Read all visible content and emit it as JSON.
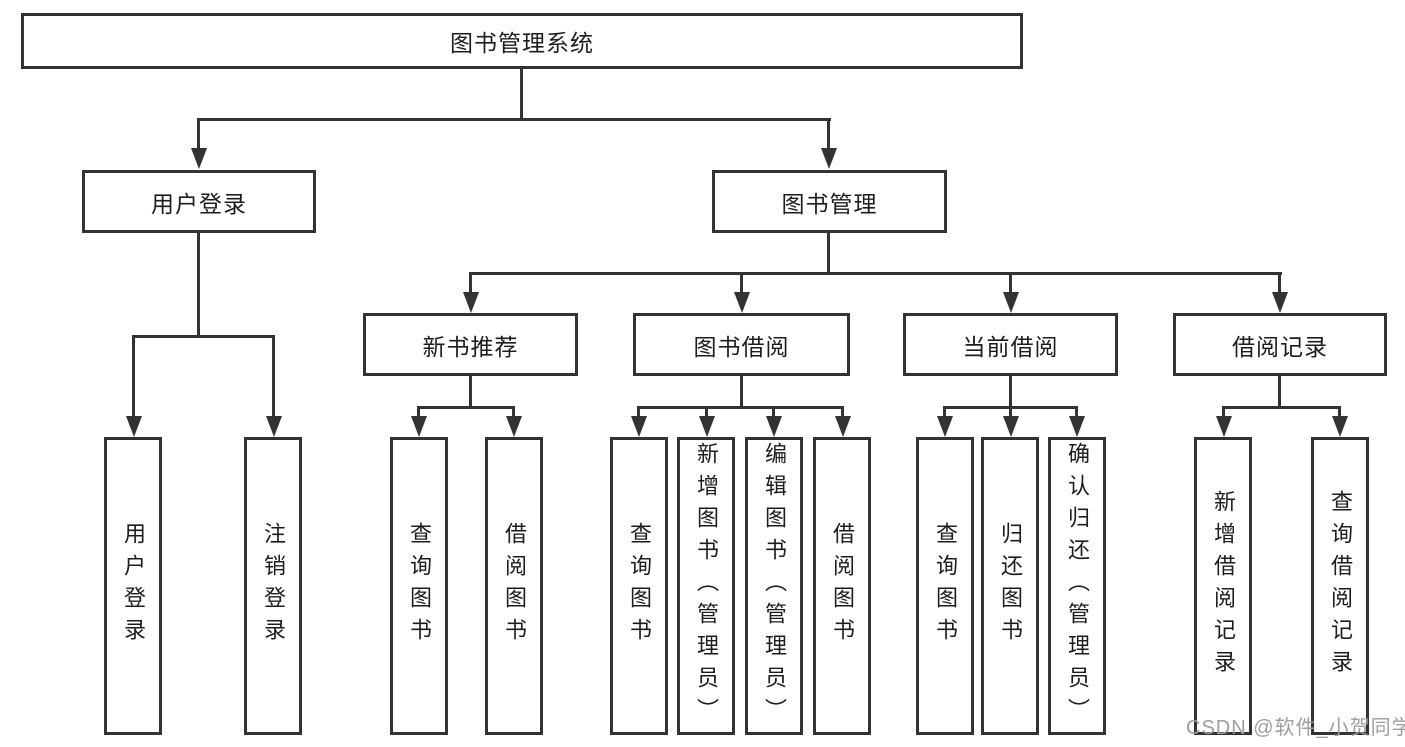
{
  "tree": {
    "label": "图书管理系统",
    "children": [
      {
        "label": "用户登录",
        "children": [
          {
            "label": "用户登录"
          },
          {
            "label": "注销登录"
          }
        ]
      },
      {
        "label": "图书管理",
        "children": [
          {
            "label": "新书推荐",
            "children": [
              {
                "label": "查询图书"
              },
              {
                "label": "借阅图书"
              }
            ]
          },
          {
            "label": "图书借阅",
            "children": [
              {
                "label": "查询图书"
              },
              {
                "label": "新增图书（管理员）"
              },
              {
                "label": "编辑图书（管理员）"
              },
              {
                "label": "借阅图书"
              }
            ]
          },
          {
            "label": "当前借阅",
            "children": [
              {
                "label": "查询图书"
              },
              {
                "label": "归还图书"
              },
              {
                "label": "确认归还（管理员）"
              }
            ]
          },
          {
            "label": "借阅记录",
            "children": [
              {
                "label": "新增借阅记录"
              },
              {
                "label": "查询借阅记录"
              }
            ]
          }
        ]
      }
    ]
  },
  "watermark": {
    "text": "CSDN @软件_小贺同学"
  },
  "colors": {
    "line": "#333333",
    "text": "#1d1d1d",
    "background": "#ffffff",
    "watermark": "#9e9e9e"
  }
}
